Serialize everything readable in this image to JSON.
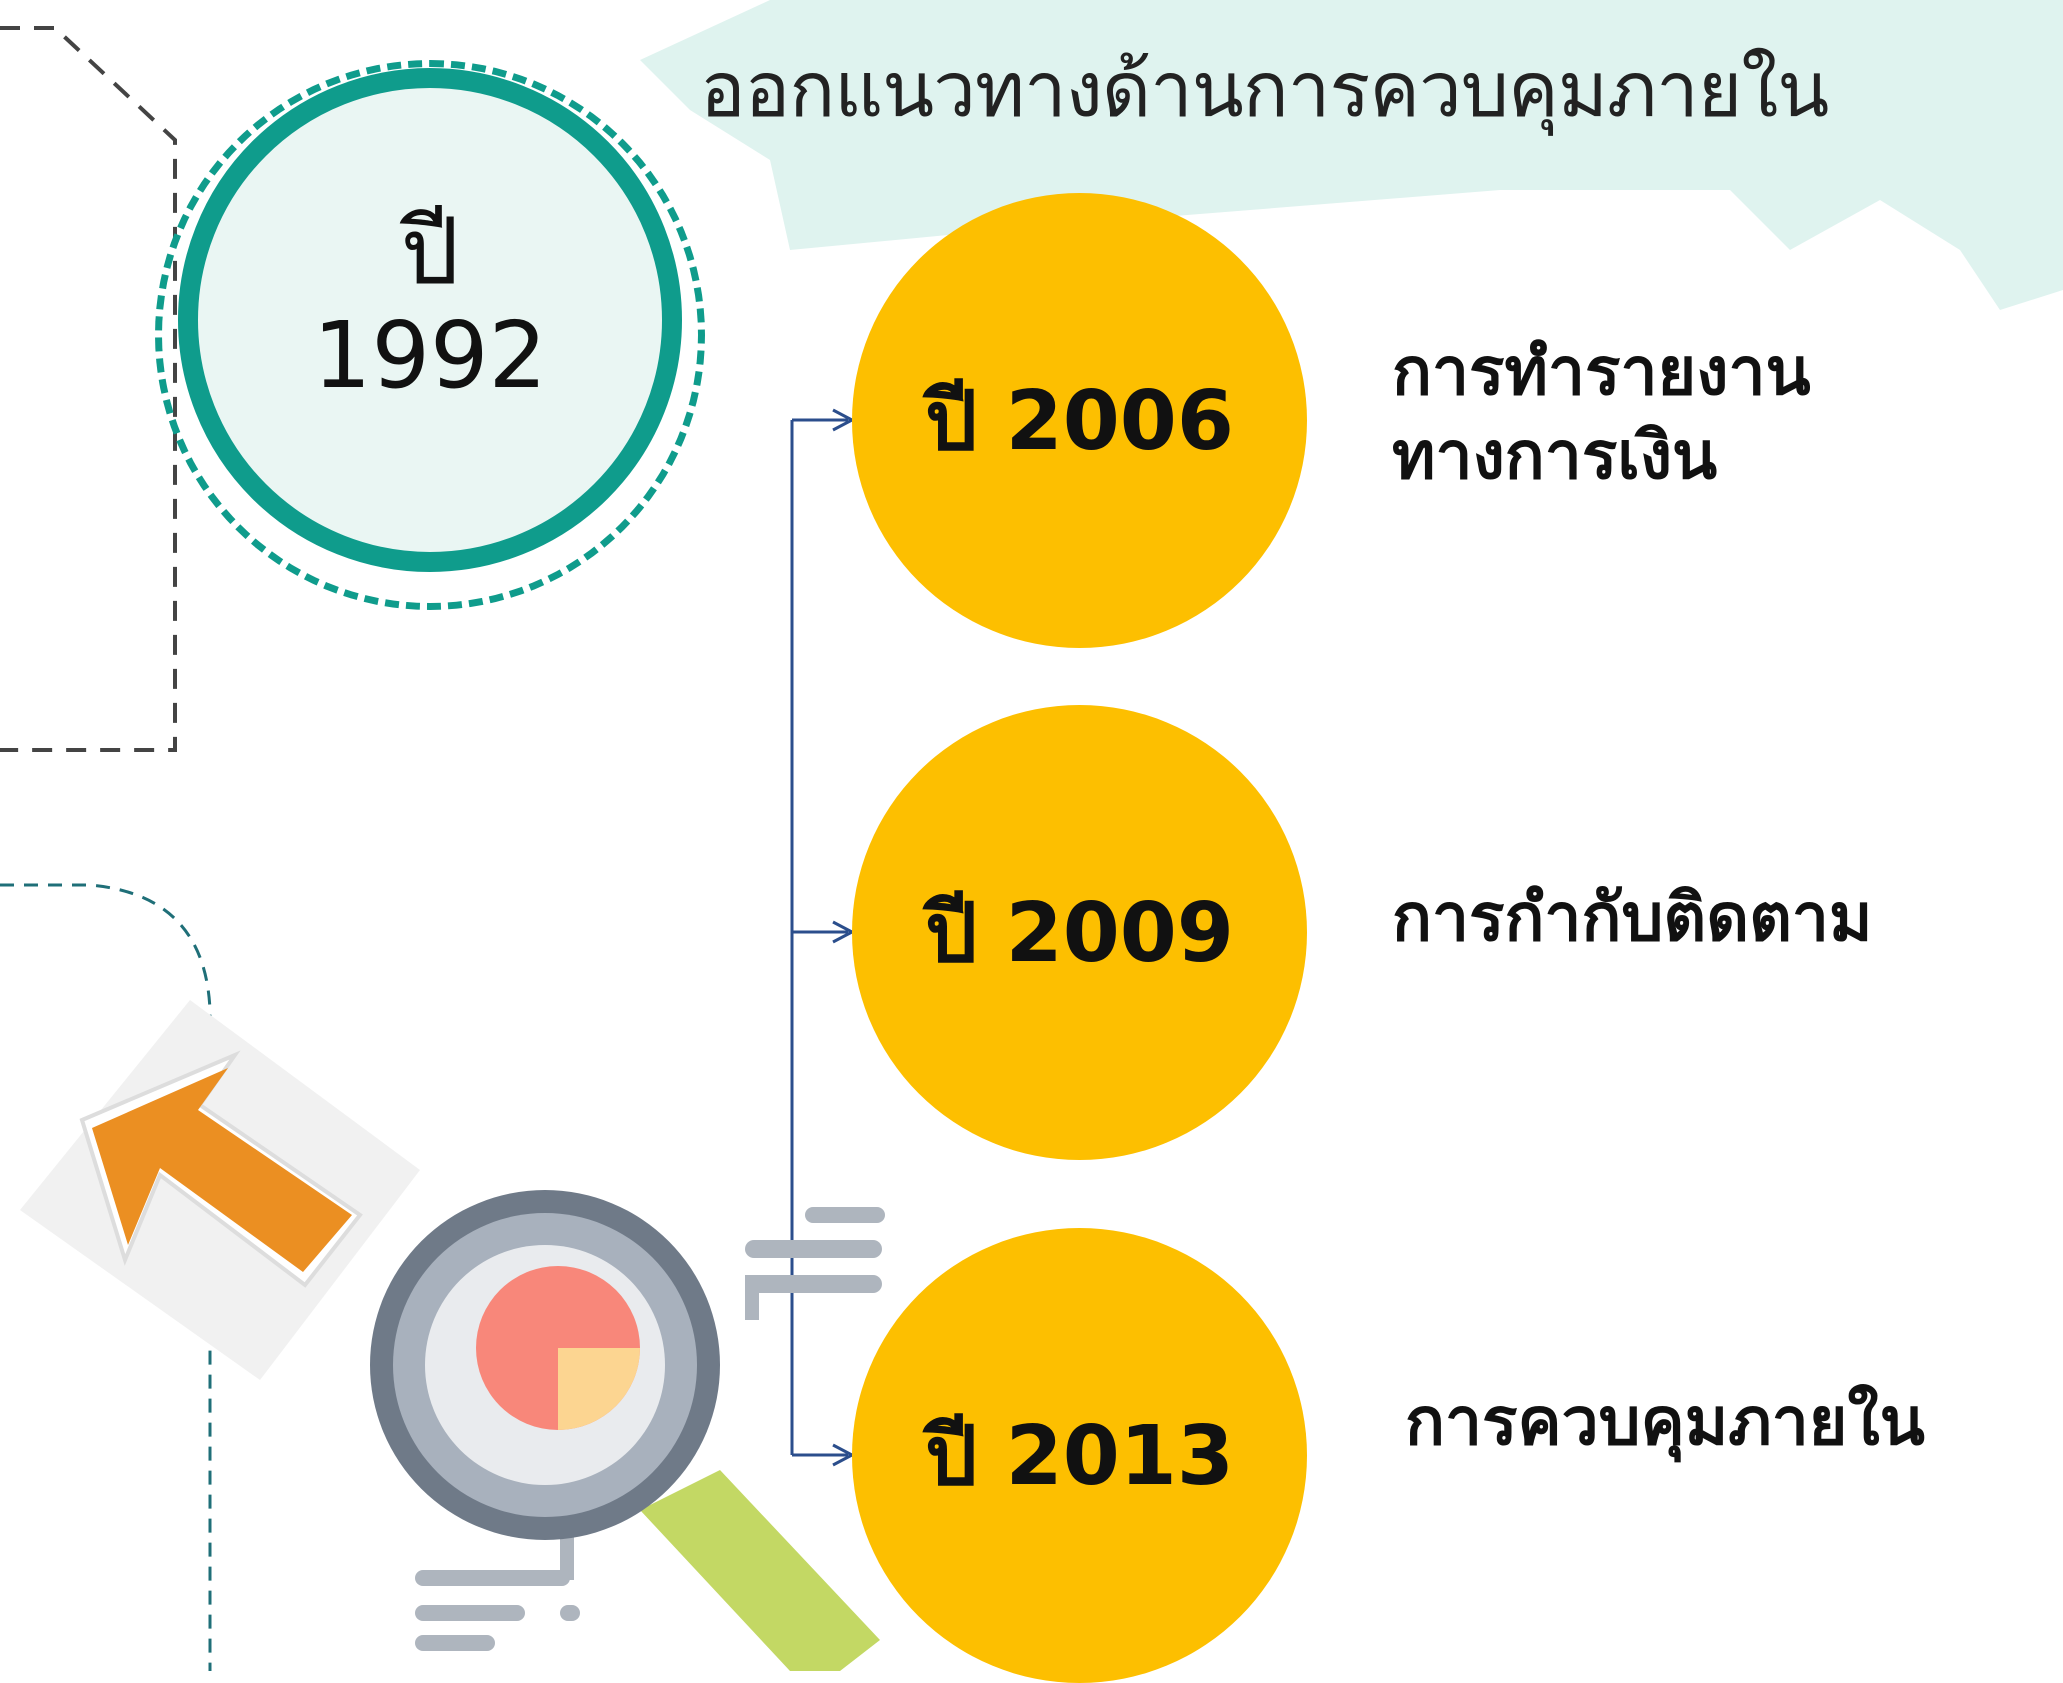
{
  "header": {
    "title": "ออกแนวทางด้านการควบคุมภายใน"
  },
  "start": {
    "prefix": "ปี",
    "year": "1992"
  },
  "milestones": [
    {
      "year_label": "ปี 2006",
      "lines": [
        "การทำรายงาน",
        "ทางการเงิน"
      ]
    },
    {
      "year_label": "ปี 2009",
      "lines": [
        "การกำกับติดตาม"
      ]
    },
    {
      "year_label": "ปี 2013",
      "lines": [
        "การควบคุมภายใน"
      ]
    }
  ],
  "colors": {
    "teal": "#0f9c8c",
    "year_circle": "#fdbf00",
    "title_banner": "#dff3ef",
    "connector": "#2b4e8c",
    "dashed_frame": "#444444"
  },
  "icons": [
    "magnifier-pie-chart-icon",
    "orange-arrow-sticker-icon"
  ]
}
